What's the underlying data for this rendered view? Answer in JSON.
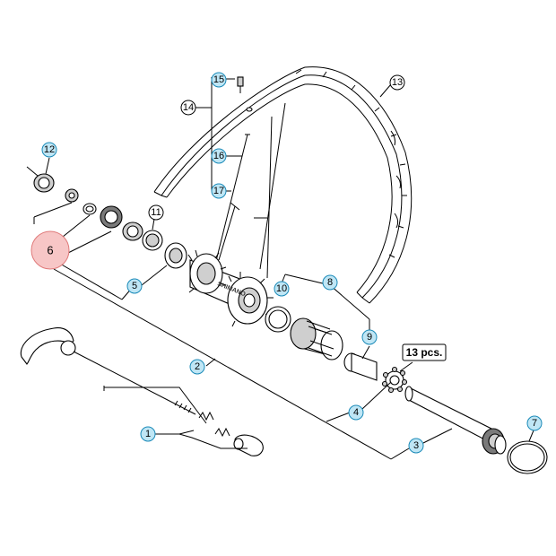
{
  "callouts": {
    "c1": "1",
    "c2": "2",
    "c3": "3",
    "c4": "4",
    "c5": "5",
    "c6": "6",
    "c7": "7",
    "c8": "8",
    "c9": "9",
    "c10": "10",
    "c11": "11",
    "c12": "12",
    "c13": "13",
    "c14": "14",
    "c15": "15",
    "c16": "16",
    "c17": "17"
  },
  "notes": {
    "spoke_count": "13 pcs.",
    "hub_brand": "SHIMANO"
  },
  "colors": {
    "available_part": "#bfe6f5",
    "highlighted_part": "#f7c6c6"
  }
}
